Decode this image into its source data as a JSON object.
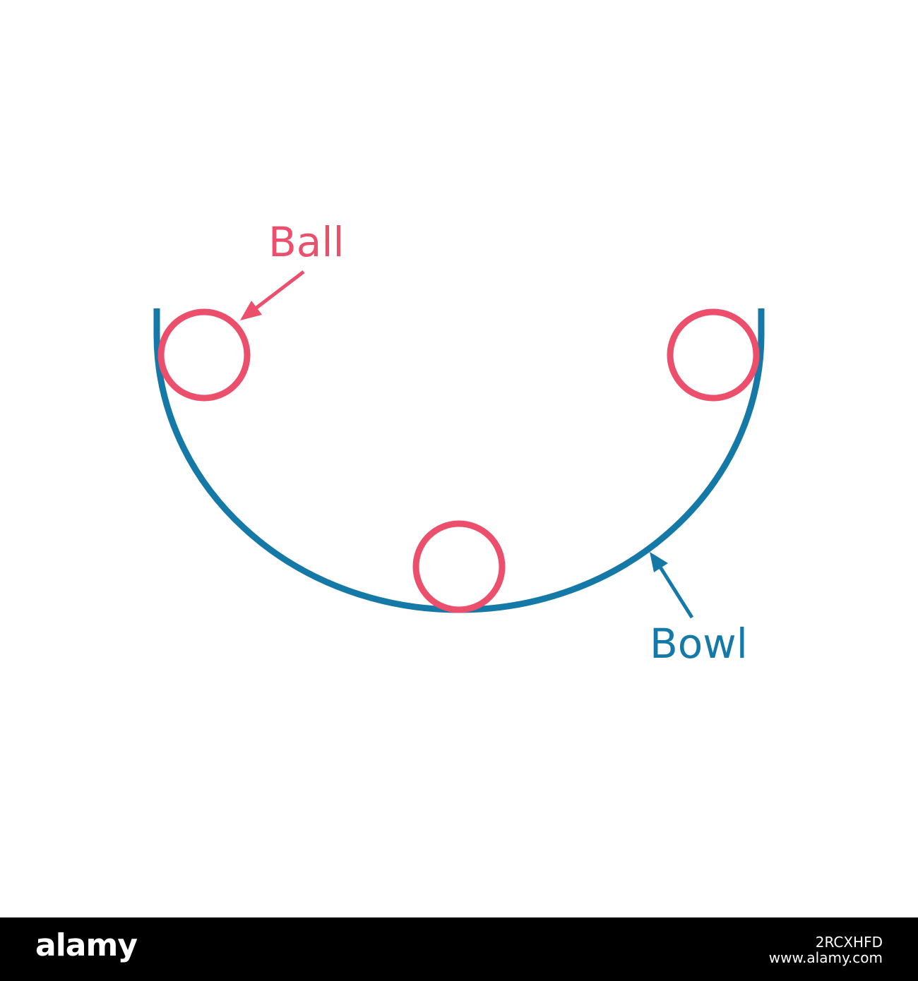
{
  "labels": {
    "ball": "Ball",
    "bowl": "Bowl"
  },
  "colors": {
    "ball": "#ec4f6c",
    "bowl": "#1579a8",
    "background": "#ffffff",
    "footer_bg": "#000000",
    "footer_text": "#ffffff"
  },
  "footer": {
    "logo": "alamy",
    "image_id": "2RCXHFD",
    "site": "www.alamy.com"
  }
}
